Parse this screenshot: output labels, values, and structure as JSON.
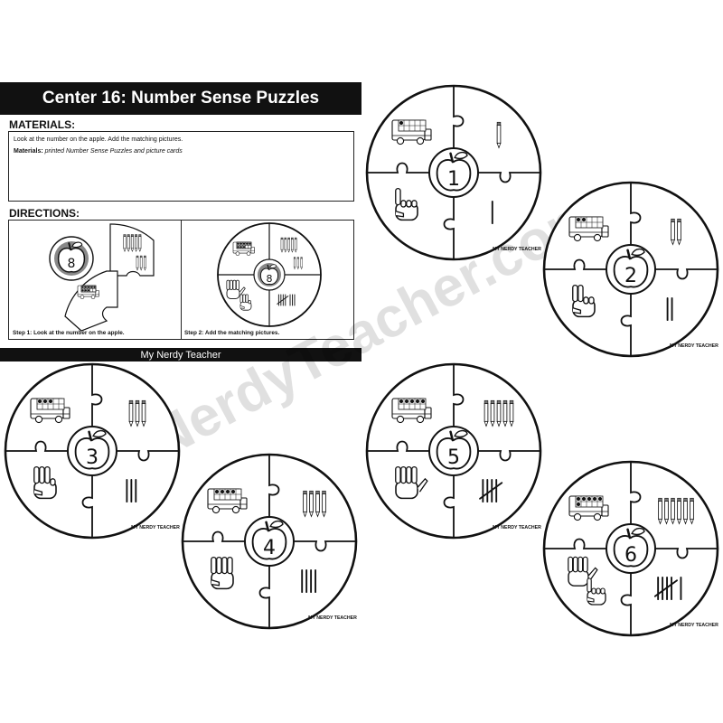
{
  "title": "Center 16: Number Sense Puzzles",
  "materials": {
    "heading": "MATERIALS:",
    "instruction": "Look at the number on the apple. Add the matching pictures.",
    "label": "Materials:",
    "value": "printed Number Sense Puzzles and picture cards"
  },
  "directions": {
    "heading": "DIRECTIONS:",
    "step1": "Step 1: Look at the number on the apple.",
    "step2": "Step 2: Add the matching pictures."
  },
  "footer_brand": "My Nerdy Teacher",
  "watermark": "MyNerdyTeacher.com",
  "puzzle_brand": "MY NERDY TEACHER",
  "example_number": "8",
  "puzzles": [
    {
      "number": "1"
    },
    {
      "number": "2"
    },
    {
      "number": "3"
    },
    {
      "number": "4"
    },
    {
      "number": "5"
    },
    {
      "number": "6"
    }
  ]
}
